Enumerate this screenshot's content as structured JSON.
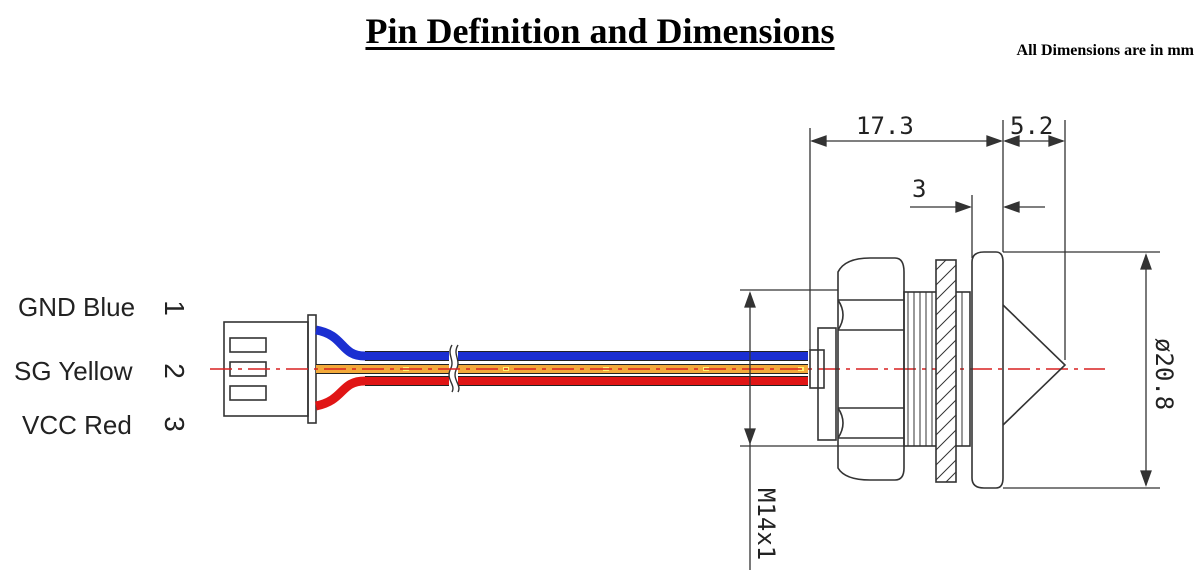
{
  "title": "Pin Definition and Dimensions",
  "units_note": "All Dimensions are in mm",
  "pins": [
    {
      "label": "GND Blue",
      "number": "1",
      "color": "#1b2fd1"
    },
    {
      "label": "SG Yellow",
      "number": "2",
      "color": "#f2a93a"
    },
    {
      "label": "VCC Red",
      "number": "3",
      "color": "#e01515"
    }
  ],
  "dimensions": {
    "body_length": "17.3",
    "tip_length": "5.2",
    "washer": "3",
    "diameter": "ø20.8",
    "thread": "M14x1"
  },
  "colors": {
    "line": "#333333",
    "axis": "#d92020",
    "wire_blue": "#1b2fd1",
    "wire_yellow": "#f2a93a",
    "wire_red": "#e01515"
  }
}
